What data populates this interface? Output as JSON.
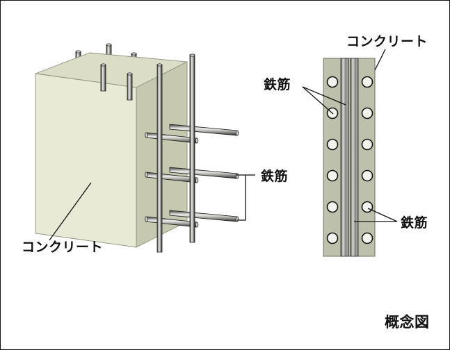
{
  "figure": {
    "caption": "概念図",
    "labels": {
      "concrete_left": "コンクリート",
      "rebar_left": "鉄筋",
      "concrete_right": "コンクリート",
      "rebar_right_top": "鉄筋",
      "rebar_right_bottom": "鉄筋"
    }
  },
  "colors": {
    "concrete_front": "#e9ead6",
    "concrete_top": "#dcddc6",
    "concrete_side": "#c6c8b0",
    "section_concrete": "#bdc0aa",
    "rebar_light": "#e6e6e6",
    "rebar_mid": "#9a9a96",
    "rebar_dark": "#2b2b2b",
    "outline": "#111111",
    "background": "#ffffff"
  },
  "chart_data": {
    "type": "diagram",
    "title": "概念図",
    "views": [
      {
        "name": "perspective-block",
        "description": "鉄筋コンクリート壁の斜視図",
        "concrete_block": {
          "label": "コンクリート"
        },
        "vertical_rebar_stubs": 5,
        "vertical_rebar_bars": 2,
        "horizontal_rebar_bars": 3,
        "diagonal_rebar_bars": 3,
        "rebar_label": "鉄筋"
      },
      {
        "name": "cross-section",
        "description": "壁断面図 コンクリートと鉄筋",
        "concrete_label": "コンクリート",
        "rebar_label": "鉄筋",
        "rebar_columns": 2,
        "rebar_circles_per_column": 6,
        "vertical_rebar_strips": 2
      }
    ]
  }
}
